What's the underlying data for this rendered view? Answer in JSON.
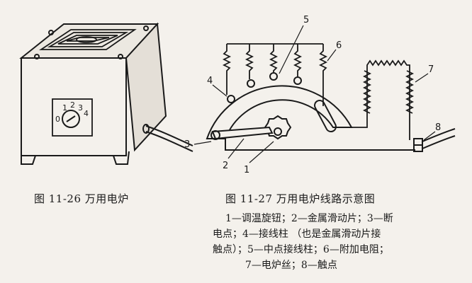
{
  "figure1": {
    "caption": "图 11-26 万用电炉",
    "dial_marks": [
      "1",
      "2",
      "3",
      "4",
      "0"
    ]
  },
  "figure2": {
    "caption": "图 11-27 万用电炉线路示意图",
    "part_labels": [
      "1",
      "2",
      "3",
      "4",
      "5",
      "6",
      "7",
      "8"
    ],
    "legend_lines": [
      "1—调温旋钮；2—金属滑动片；3—断",
      "电点；4—接线柱 （也是金属滑动片接",
      "触点）；5—中点接线柱；6—附加电阻；",
      "7—电炉丝；8—触点"
    ]
  },
  "colors": {
    "ink": "#1a1a1a",
    "paper": "#f4f1ec"
  }
}
